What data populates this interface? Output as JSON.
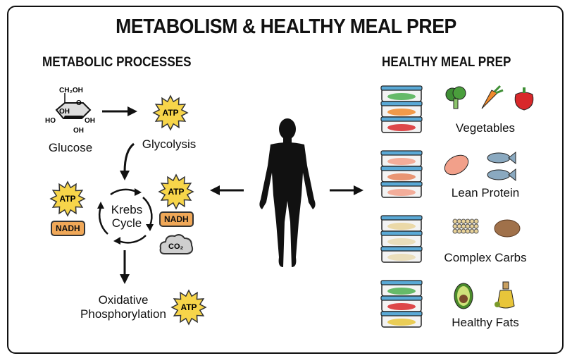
{
  "title": "METABOLISM & HEALTHY MEAL PREP",
  "left_section": {
    "heading": "METABOLIC PROCESSES",
    "glucose": {
      "label": "Glucose",
      "groups": [
        "CH₂OH",
        "O",
        "OH",
        "HO",
        "OH",
        "OH"
      ]
    },
    "glycolysis": {
      "label": "Glycolysis",
      "badge": "ATP"
    },
    "krebs": {
      "label_line1": "Krebs",
      "label_line2": "Cycle"
    },
    "left_outputs": {
      "atp": "ATP",
      "nadh": "NADH"
    },
    "right_outputs": {
      "atp": "ATP",
      "nadh": "NADH",
      "co2": "CO₂"
    },
    "oxidative": {
      "line1": "Oxidative",
      "line2": "Phosphorylation",
      "badge": "ATP"
    }
  },
  "right_section": {
    "heading": "HEALTHY MEAL PREP",
    "categories": [
      {
        "label": "Vegetables",
        "icons": [
          "broccoli-icon",
          "carrot-icon",
          "bell-pepper-icon"
        ]
      },
      {
        "label": "Lean Protein",
        "icons": [
          "chicken-breast-icon",
          "fish-icon",
          "fish-icon"
        ]
      },
      {
        "label": "Complex Carbs",
        "icons": [
          "chickpeas-icon",
          "brown-rice-icon"
        ]
      },
      {
        "label": "Healthy Fats",
        "icons": [
          "avocado-icon",
          "olive-oil-icon"
        ]
      }
    ]
  },
  "colors": {
    "atp": "#f7d54a",
    "nadh": "#f0a858",
    "co2": "#cfcfcf",
    "container_lid": "#5aa9d6"
  }
}
